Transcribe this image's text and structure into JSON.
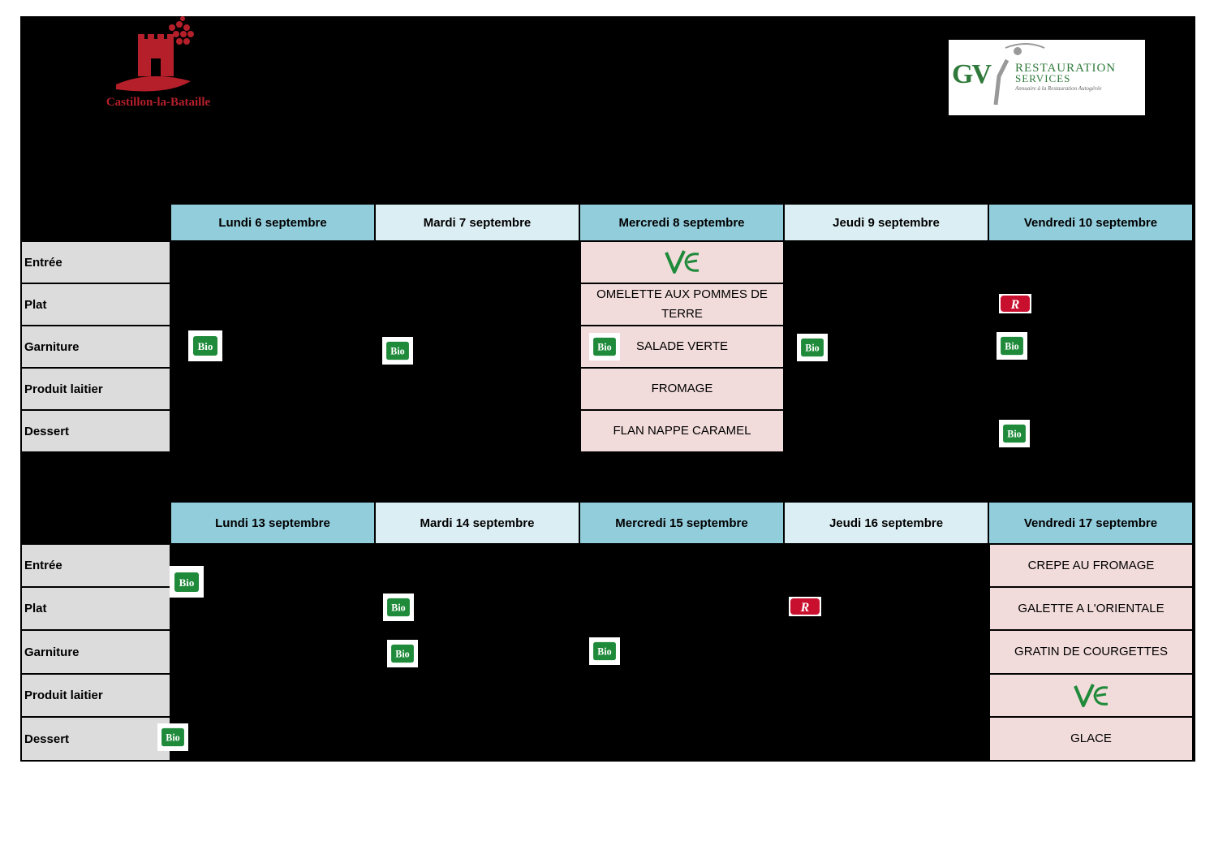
{
  "logos": {
    "left_text": "Castillon-la-Bataille",
    "right_main": "RESTAURATION",
    "right_sub": "SERVICES",
    "right_letters": "GV",
    "right_tagline": "Annuaire à la Restauration Autogérée"
  },
  "row_labels": [
    "Entrée",
    "Plat",
    "Garniture",
    "Produit laitier",
    "Dessert"
  ],
  "week1": {
    "days": [
      "Lundi 6 septembre",
      "Mardi 7 septembre",
      "Mercredi 8 septembre",
      "Jeudi 9 septembre",
      "Vendredi 10 septembre"
    ],
    "wednesday": [
      "",
      "OMELETTE AUX POMMES DE TERRE",
      "SALADE VERTE",
      "FROMAGE",
      "FLAN NAPPE CARAMEL"
    ]
  },
  "week2": {
    "days": [
      "Lundi 13 septembre",
      "Mardi 14 septembre",
      "Mercredi 15 septembre",
      "Jeudi 16 septembre",
      "Vendredi 17 septembre"
    ],
    "friday": [
      "CREPE AU FROMAGE",
      "GALETTE A L'ORIENTALE",
      "GRATIN DE COURGETTES",
      "",
      "GLACE"
    ]
  },
  "icons": {
    "bio_text": "Bio",
    "label_rouge_text": "R"
  },
  "colors": {
    "header_dark": "#92cddc",
    "header_light": "#dbeef3",
    "row_label": "#dcdcdc",
    "menu_cell": "#f2dcdb",
    "bio_green": "#1e8a3a",
    "brand_red": "#b51f2a"
  }
}
